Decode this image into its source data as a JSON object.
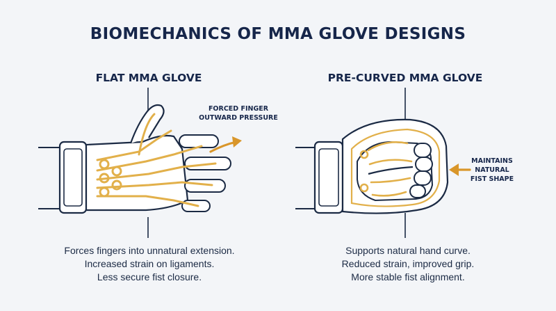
{
  "title": "BIOMECHANICS OF MMA GLOVE DESIGNS",
  "left_panel": {
    "title": "FLAT MMA GLOVE",
    "annotation": [
      "FORCED FINGER",
      "OUTWARD PRESSURE"
    ],
    "caption": [
      "Forces fingers into unnatural extension.",
      "Increased strain on ligaments.",
      "Less secure fist closure."
    ]
  },
  "right_panel": {
    "title": "PRE-CURVED MMA GLOVE",
    "annotation": [
      "MAINTAINS",
      "NATURAL",
      "FIST SHAPE"
    ],
    "caption": [
      "Supports natural hand curve.",
      "Reduced strain, improved grip.",
      "More stable fist alignment."
    ]
  },
  "colors": {
    "outline": "#1b2a44",
    "bone": "#e2b04a",
    "arrow": "#d9962a",
    "background": "#f3f5f8"
  }
}
